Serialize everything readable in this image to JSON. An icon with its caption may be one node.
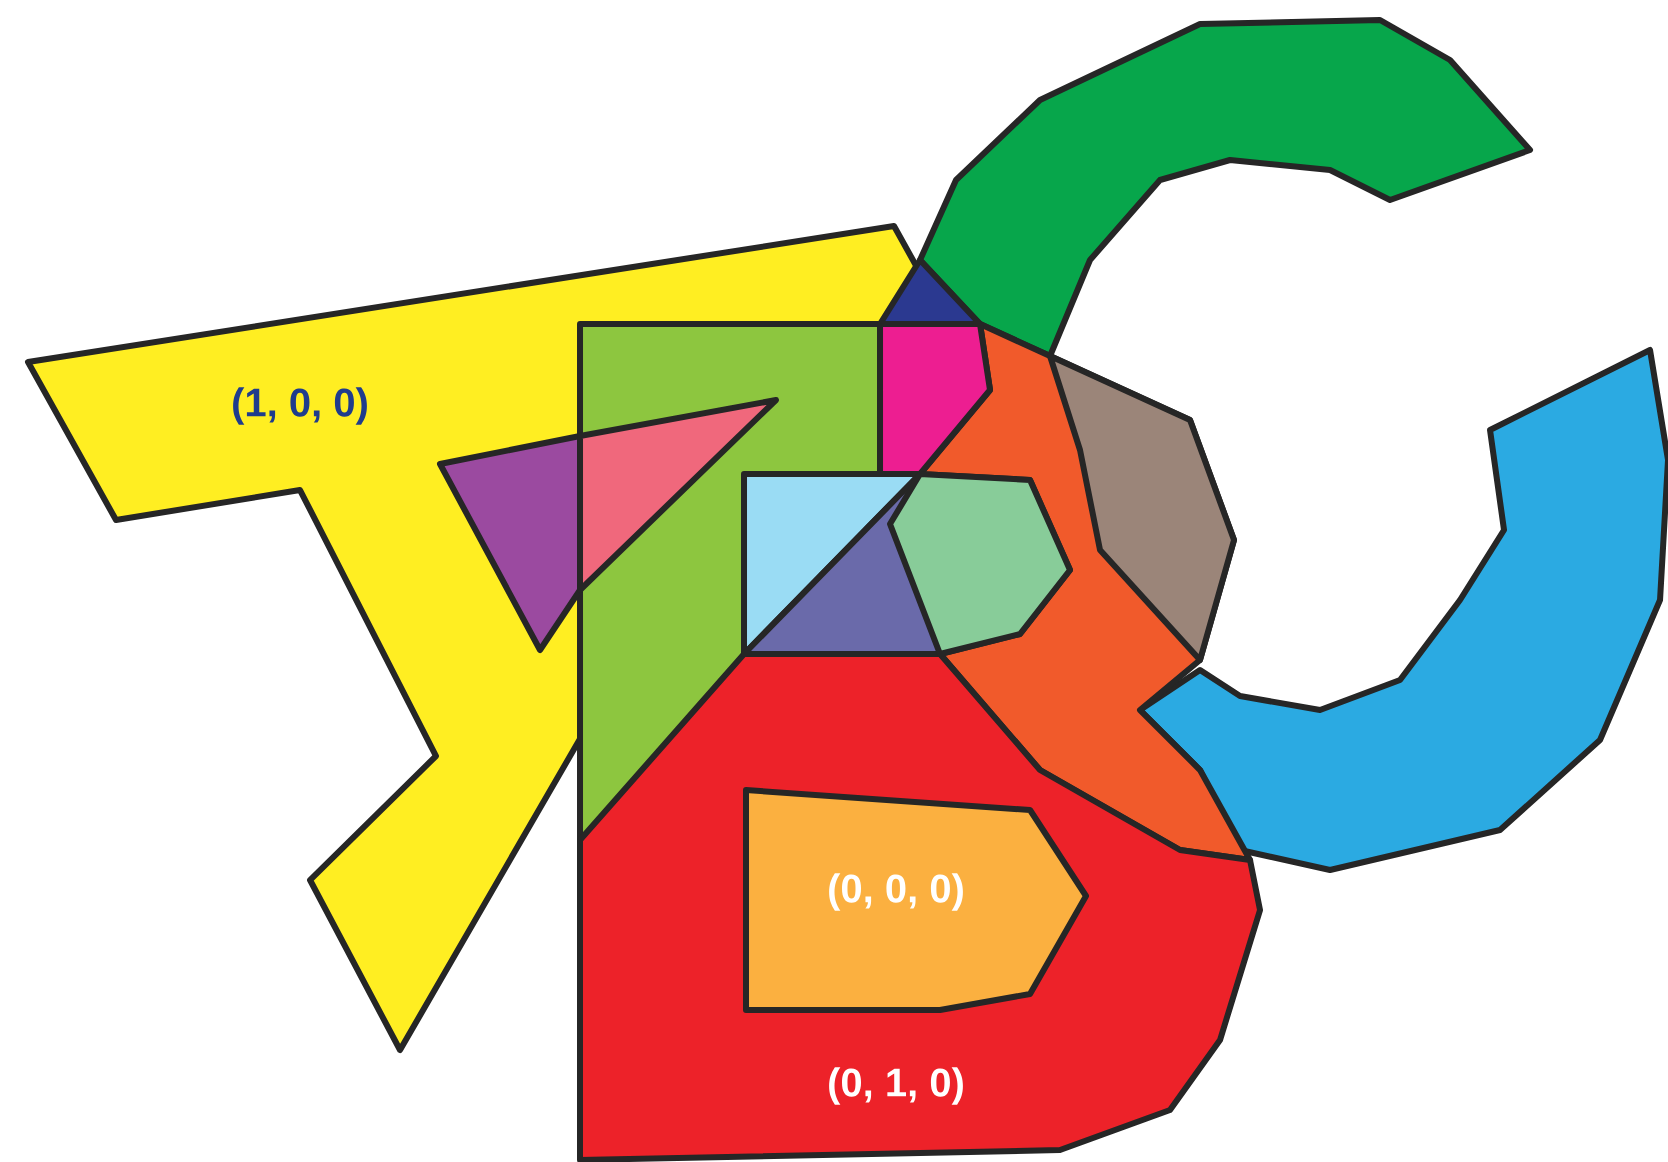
{
  "diagram": {
    "labels": [
      "(1, 0, 0)",
      "(0, 0, 0)",
      "(0, 1, 0)"
    ]
  }
}
